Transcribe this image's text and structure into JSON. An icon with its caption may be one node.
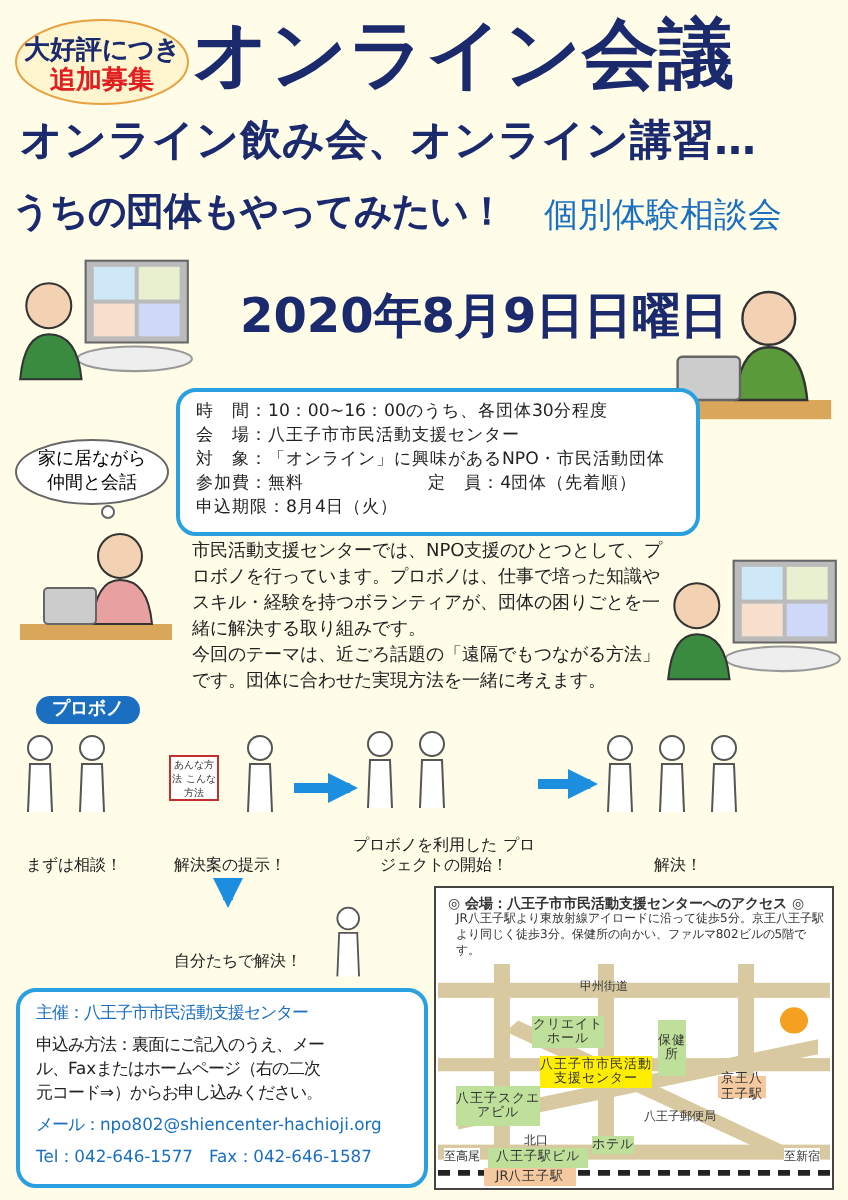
{
  "diagram": {
    "title": "オンライン会議",
    "nodes": [
      {
        "text": [
          "大好評につき",
          "追加募集"
        ]
      },
      {
        "text": [
          "家に居ながら仲間と会話"
        ]
      },
      {
        "text": [
          "時　間：10：00~16：00のうち、各団体30分程度",
          "会　場：八王子市市民活動支援センター",
          "対　象：「オンライン」に興味があるNPO・市民活動団体",
          "参加費：無料",
          "定　員：4団体（先着順）",
          "申込期限：8月4日（火）"
        ]
      },
      {
        "text": [
          "プロボノ"
        ]
      },
      {
        "text": [
          "まずは相談！"
        ]
      },
      {
        "text": [
          "解決案の提示！"
        ]
      },
      {
        "text": [
          "プロボノを利用した プロジェクトの開始！"
        ]
      },
      {
        "text": [
          "解決！"
        ]
      },
      {
        "text": [
          "自分たちで解決！"
        ]
      },
      {
        "text": [
          "主催：八王子市市民活動支援センター",
          "申込み方法：裏面にご記入のうえ、メール、Faxまたはホームページ（右の二次元コード⇒）からお申し込みください。",
          "メール：npo802@shiencenter-hachioji.org",
          "Tel：042-646-1577　Fax：042-646-1587"
        ]
      },
      {
        "text": [
          "◎ 会場：八王子市市民活動支援センターへのアクセス ◎",
          "JR八王子駅より東放射線アイロードに沿って徒歩5分。京王八王子駅より同じく徒歩3分。保健所の向かい、ファルマ802ビルの5階です。"
        ]
      },
      {
        "text": [
          "クリエイトホール"
        ],
        "in": 10
      },
      {
        "text": [
          "保健所"
        ],
        "in": 10
      },
      {
        "text": [
          "八王子市市民活動支援センター"
        ],
        "in": 10
      },
      {
        "text": [
          "京王八王子駅"
        ],
        "in": 10
      },
      {
        "text": [
          "八王子スクエアビル"
        ],
        "in": 10
      },
      {
        "text": [
          "ホテル"
        ],
        "in": 10
      },
      {
        "text": [
          "八王子駅ビル"
        ],
        "in": 10
      },
      {
        "text": [
          "JR八王子駅"
        ],
        "in": 10
      }
    ],
    "edges": [
      {
        "from": 5,
        "to": 6,
        "arrow": "to"
      },
      {
        "from": 6,
        "to": 7,
        "arrow": "to"
      },
      {
        "from": 5,
        "to": 8,
        "arrow": "to"
      }
    ],
    "labels": [
      "オンライン飲み会、オンライン講習…",
      "うちの団体もやってみたい！",
      "個別体験相談会",
      "2020年8月9日日曜日",
      "市民活動支援センターでは、NPO支援のひとつとして、プロボノを行っています。プロボノは、仕事で培った知識やスキル・経験を持つボランティアが、団体の困りごとを一緒に解決する取り組みです。",
      "今回のテーマは、近ごろ話題の「遠隔でもつながる方法」です。団体に合わせた実現方法を一緒に考えます。",
      "あんな方法 こんな方法",
      "甲州街道",
      "八王子郵便局",
      "北口",
      "至高尾",
      "至新宿"
    ]
  }
}
